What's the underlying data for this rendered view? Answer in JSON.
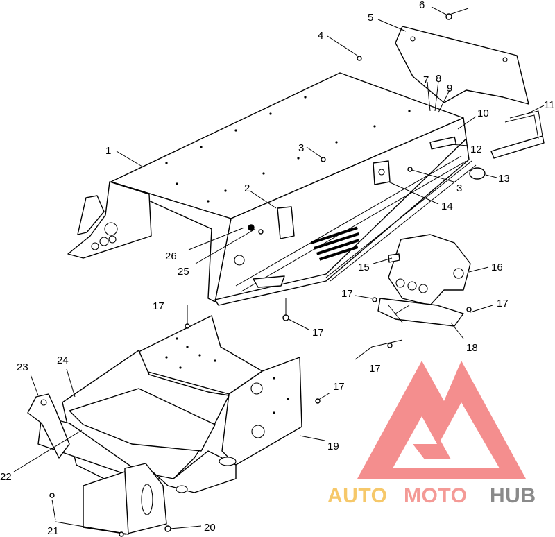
{
  "callouts": [
    "1",
    "2",
    "3",
    "3",
    "4",
    "5",
    "6",
    "7",
    "8",
    "9",
    "10",
    "11",
    "12",
    "13",
    "14",
    "15",
    "16",
    "17",
    "17",
    "17",
    "17",
    "17",
    "17",
    "18",
    "19",
    "20",
    "21",
    "22",
    "23",
    "24",
    "25",
    "26"
  ],
  "watermark": {
    "word_a": "AUTO",
    "word_b": "MOTO",
    "word_c": "HUB",
    "color_a": "#f6c86a",
    "color_b": "#f49a96",
    "color_c": "#8a8a8a",
    "logo_color": "#f27a7a"
  }
}
